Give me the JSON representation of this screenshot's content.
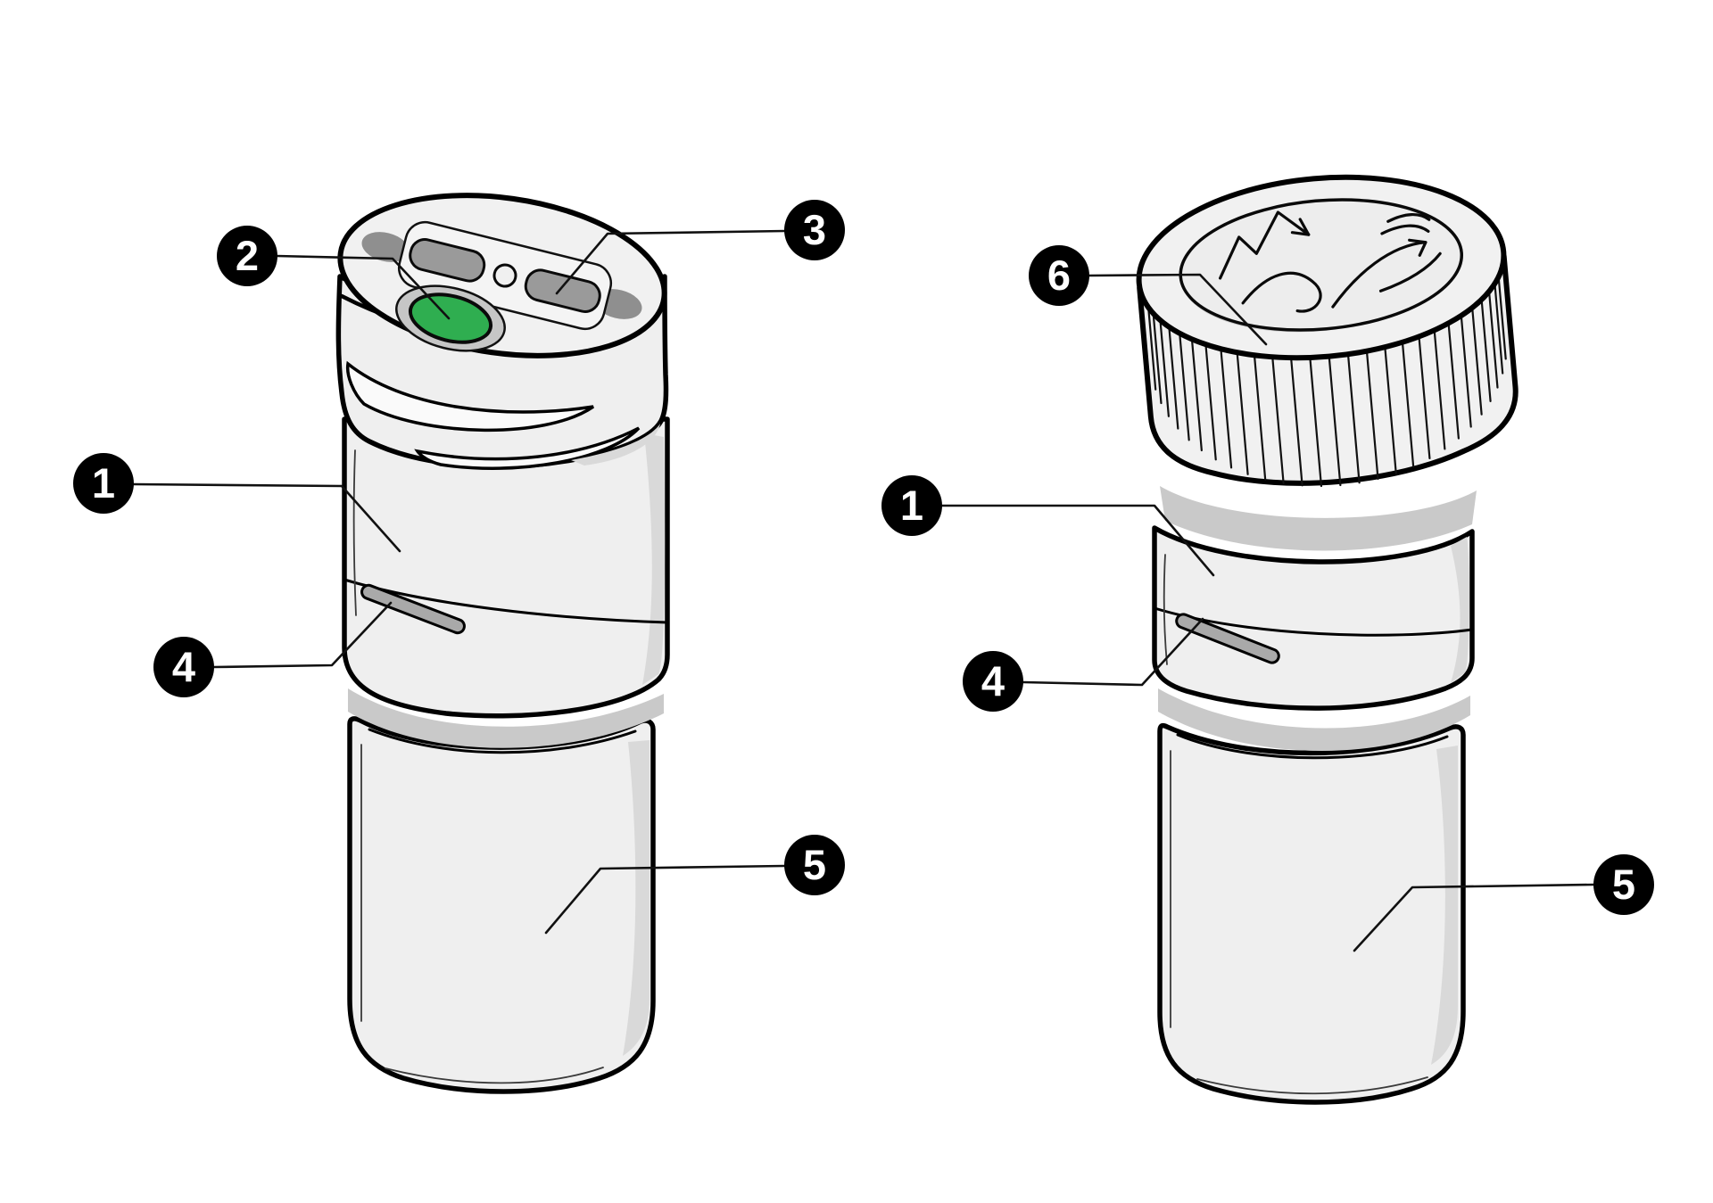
{
  "figure": {
    "background": "#ffffff",
    "outline": "#000000",
    "leader": "#111111",
    "body_fill": "#efefef",
    "body_fill_light": "#f1f1f1",
    "shade_light": "#d9d9d9",
    "shade_dark": "#c9c9c9",
    "detail_gray": "#a9a9a9",
    "plate_slot_gray": "#9a9a9a",
    "corner_oval_gray": "#8f8f8f",
    "green_button": "#2fae50",
    "badge_bg": "#000000",
    "badge_fg": "#ffffff"
  },
  "views": {
    "left_bottle_callout_numbers": [
      "2",
      "3",
      "1",
      "4",
      "5"
    ],
    "right_bottle_callout_numbers": [
      "6",
      "1",
      "4",
      "5"
    ]
  },
  "callouts": [
    {
      "id": "left-2",
      "number": "2"
    },
    {
      "id": "left-3",
      "number": "3"
    },
    {
      "id": "left-1",
      "number": "1"
    },
    {
      "id": "left-4",
      "number": "4"
    },
    {
      "id": "left-5",
      "number": "5"
    },
    {
      "id": "right-6",
      "number": "6"
    },
    {
      "id": "right-1",
      "number": "1"
    },
    {
      "id": "right-4",
      "number": "4"
    },
    {
      "id": "right-5",
      "number": "5"
    }
  ]
}
